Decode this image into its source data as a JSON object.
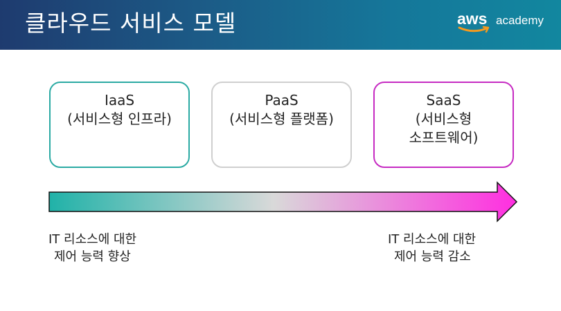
{
  "header": {
    "title": "클라우드 서비스 모델",
    "logo": {
      "aws": "aws",
      "academy": "academy"
    },
    "gradient_colors": [
      "#1e3b6f",
      "#12879f"
    ]
  },
  "models": [
    {
      "name": "IaaS",
      "desc": [
        "(서비스형 인프라)"
      ],
      "border_color": "#2aaaa3"
    },
    {
      "name": "PaaS",
      "desc": [
        "(서비스형 플랫폼)"
      ],
      "border_color": "#cfcfcf"
    },
    {
      "name": "SaaS",
      "desc": [
        "(서비스형",
        "소프트웨어)"
      ],
      "border_color": "#c62ac2"
    }
  ],
  "arrow": {
    "gradient_colors": [
      "#20b2a8",
      "#d9d9d9",
      "#ff2ee0"
    ]
  },
  "notes": {
    "left": [
      "IT 리소스에 대한",
      "제어 능력 향상"
    ],
    "right": [
      "IT 리소스에 대한",
      "제어 능력 감소"
    ]
  }
}
